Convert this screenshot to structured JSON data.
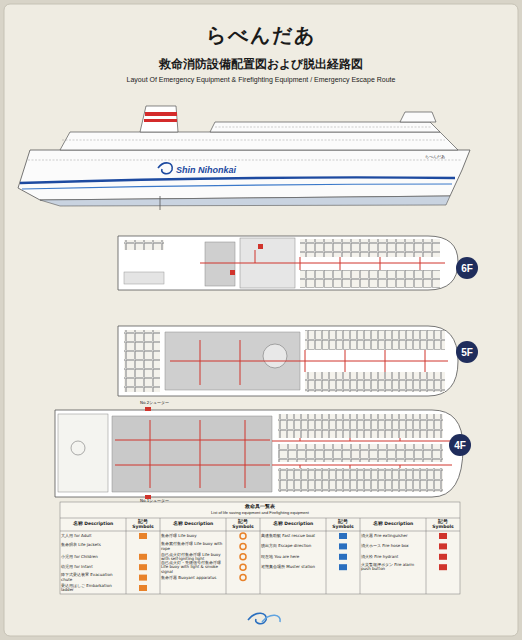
{
  "diagram": {
    "title": "らべんだあ",
    "nodes": [
      {
        "text": [
          "6F"
        ]
      },
      {
        "text": [
          "5F"
        ]
      },
      {
        "text": [
          "4F"
        ]
      }
    ],
    "labels": [
      "救命消防設備配置図および脱出経路図",
      "Layout Of Emergency Equipment & Firefighting Equipment / Emergency Escape Route",
      "Shin Nihonkai",
      "らべんだあ",
      "No.2シューター",
      "No.1シューター",
      "救命具一覧表",
      "List of life saving equipment and Firefighting equipment",
      "名称 Description",
      "記号 Symbols",
      "名称 Description",
      "記号 Symbols",
      "名称 Description",
      "記号 Symbols",
      "名称 Description",
      "記号 Symbols",
      "救命胴衣 Life jackets"
    ],
    "legend": [
      {
        "text": "大人用 for Adult"
      },
      {
        "text": "小児用 for Children"
      },
      {
        "text": "幼児用 for Infant"
      },
      {
        "text": "降下式乗込装置 Evacuation chute"
      },
      {
        "text": "乗込用はしご Embarkation ladder"
      },
      {
        "text": "救命浮環 Life buoy"
      },
      {
        "text": "救命索付救命浮環 Life buoy with rope"
      },
      {
        "text": "自己点火灯付救命浮環 Life buoy with self-igniting light"
      },
      {
        "text": "自己点火灯・発煙信号付救命浮環 Life buoy with light & smoke signal"
      },
      {
        "text": "救命浮器 Buoyant apparatus"
      },
      {
        "text": "高速救助艇 Fast rescue boat"
      },
      {
        "text": "脱出方向 Escape direction"
      },
      {
        "text": "現在地 You are here"
      },
      {
        "text": "避難集合場所 Muster station"
      },
      {
        "text": "消火器 Fire extinguisher"
      },
      {
        "text": "消火ホース Fire hose box"
      },
      {
        "text": "消火栓 Fire hydrant"
      },
      {
        "text": "火災警報押ボタン Fire alarm push button"
      }
    ]
  }
}
